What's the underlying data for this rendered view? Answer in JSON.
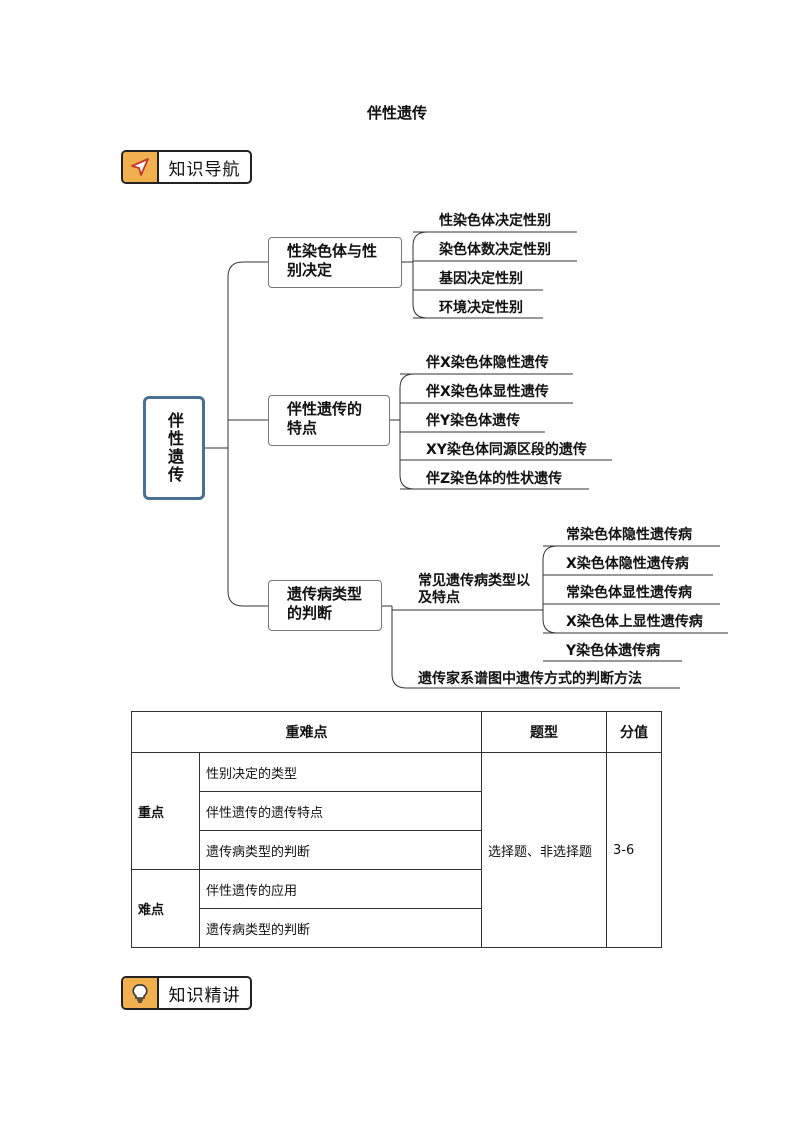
{
  "title": "伴性遗传",
  "sections": {
    "nav_label": "知识导航",
    "detail_label": "知识精讲"
  },
  "mindmap": {
    "root": "伴性遗传",
    "branches": [
      {
        "label": "性染色体与性别决定",
        "leaves": [
          "性染色体决定性别",
          "染色体数决定性别",
          "基因决定性别",
          "环境决定性别"
        ]
      },
      {
        "label": "伴性遗传的特点",
        "leaves": [
          "伴X染色体隐性遗传",
          "伴X染色体显性遗传",
          "伴Y染色体遗传",
          "XY染色体同源区段的遗传",
          "伴Z染色体的性状遗传"
        ]
      },
      {
        "label": "遗传病类型的判断",
        "sub": {
          "label": "常见遗传病类型以及特点",
          "leaves": [
            "常染色体隐性遗传病",
            "X染色体隐性遗传病",
            "常染色体显性遗传病",
            "X染色体上显性遗传病",
            "Y染色体遗传病"
          ]
        },
        "extra_leaf": "遗传家系谱图中遗传方式的判断方法"
      }
    ]
  },
  "table": {
    "headers": [
      "重难点",
      "题型",
      "分值"
    ],
    "groups": [
      {
        "name": "重点",
        "items": [
          "性别决定的类型",
          "伴性遗传的遗传特点",
          "遗传病类型的判断"
        ]
      },
      {
        "name": "难点",
        "items": [
          "伴性遗传的应用",
          "遗传病类型的判断"
        ]
      }
    ],
    "question_type": "选择题、非选择题",
    "score": "3-6"
  }
}
